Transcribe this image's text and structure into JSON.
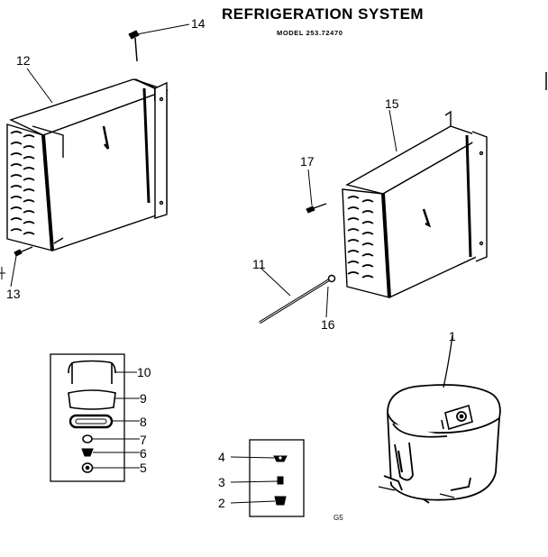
{
  "header": {
    "title": "REFRIGERATION SYSTEM",
    "model": "MODEL 253.72470"
  },
  "footer": {
    "code": "G5"
  },
  "parts": [
    {
      "id": "part-1",
      "callout": "1"
    },
    {
      "id": "part-2",
      "callout": "2"
    },
    {
      "id": "part-3",
      "callout": "3"
    },
    {
      "id": "part-4",
      "callout": "4"
    },
    {
      "id": "part-5",
      "callout": "5"
    },
    {
      "id": "part-6",
      "callout": "6"
    },
    {
      "id": "part-7",
      "callout": "7"
    },
    {
      "id": "part-8",
      "callout": "8"
    },
    {
      "id": "part-9",
      "callout": "9"
    },
    {
      "id": "part-10",
      "callout": "10"
    },
    {
      "id": "part-11",
      "callout": "11"
    },
    {
      "id": "part-12",
      "callout": "12"
    },
    {
      "id": "part-13",
      "callout": "13"
    },
    {
      "id": "part-14",
      "callout": "14"
    },
    {
      "id": "part-15",
      "callout": "15"
    },
    {
      "id": "part-16",
      "callout": "16"
    },
    {
      "id": "part-17",
      "callout": "17"
    }
  ]
}
